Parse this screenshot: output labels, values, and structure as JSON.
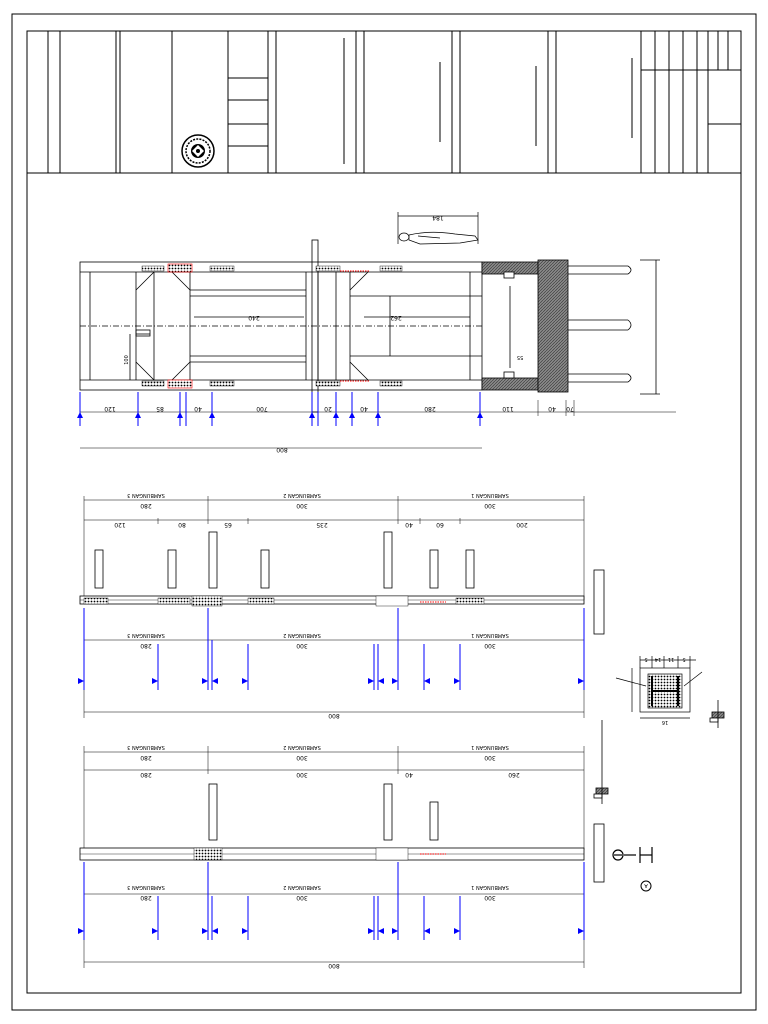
{
  "title_block": {
    "cells": [
      "",
      "",
      "",
      "",
      "",
      "",
      "",
      "",
      "",
      "",
      ""
    ],
    "logo_icon": "seal-emblem-icon"
  },
  "plan_view": {
    "person_label": "184",
    "dims_top": [
      "240",
      "262"
    ],
    "dims_bottom": [
      "120",
      "85",
      "40",
      "700",
      "20",
      "40",
      "280",
      "110",
      "40",
      "70"
    ],
    "left_height": "100",
    "inner_dim": "55",
    "overall": "800"
  },
  "elevation_1": {
    "segments": [
      "SAMBUNGAN 3",
      "SAMBUNGAN 2",
      "SAMBUNGAN 1"
    ],
    "seg_lengths": [
      "280",
      "300",
      "300"
    ],
    "sub_dims": [
      "120",
      "80",
      "65",
      "235",
      "40",
      "60",
      "200"
    ],
    "lower_segments": [
      "SAMBUNGAN 3",
      "SAMBUNGAN 2",
      "SAMBUNGAN 1"
    ],
    "lower_lengths": [
      "280",
      "300",
      "300"
    ],
    "overall": "800"
  },
  "elevation_2": {
    "segments": [
      "SAMBUNGAN 3",
      "SAMBUNGAN 2",
      "SAMBUNGAN 1"
    ],
    "seg_lengths": [
      "280",
      "300",
      "300"
    ],
    "sub_dims": [
      "280",
      "300",
      "40",
      "260"
    ],
    "lower_segments": [
      "SAMBUNGAN 3",
      "SAMBUNGAN 2",
      "SAMBUNGAN 1"
    ],
    "lower_lengths": [
      "280",
      "300",
      "300"
    ],
    "overall": "800"
  },
  "detail": {
    "top_dims": [
      "5",
      "14",
      "11",
      "5"
    ],
    "bottom_dim": "16",
    "marker_a": "A"
  },
  "colors": {
    "line": "#000000",
    "dimension": "#0000ff",
    "highlight": "#ff0000",
    "hatch": "#555555"
  }
}
